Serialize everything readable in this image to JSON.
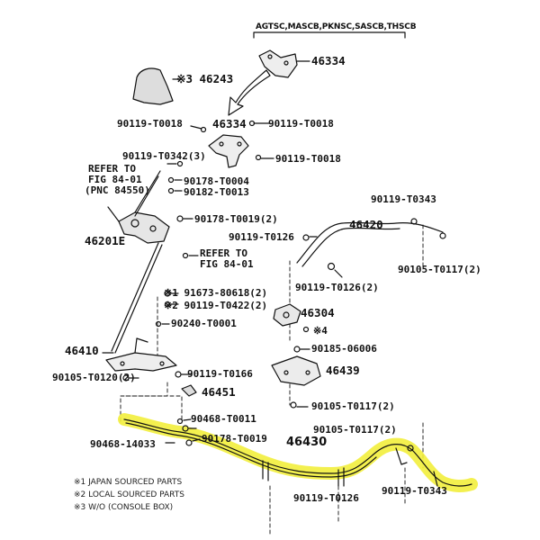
{
  "header": {
    "variant_codes": "AGTSC,MASCB,PKNSC,SASCB,THSCB"
  },
  "labels": {
    "p46334_top": "46334",
    "p46243": "※3 46243",
    "p90119_T0018_a": "90119-T0018",
    "p46334_mid": "46334",
    "p90119_T0018_b": "90119-T0018",
    "p90119_T0342": "90119-T0342(3)",
    "p90119_T0018_c": "90119-T0018",
    "refer_84_550_l1": "REFER TO",
    "refer_84_550_l2": "FIG 84-01",
    "refer_84_550_l3": "(PNC 84550)",
    "p90178_T0004": "90178-T0004",
    "p90182_T0013": "90182-T0013",
    "p90119_T0343_a": "90119-T0343",
    "p46201E": "46201E",
    "p90178_T0019_2": "90178-T0019(2)",
    "p46420": "46420",
    "p90119_T0126_a": "90119-T0126",
    "refer_84_01_l1": "REFER TO",
    "refer_84_01_l2": "FIG 84-01",
    "p90105_T0117_2a": "90105-T0117(2)",
    "p90119_T0126_2": "90119-T0126(2)",
    "p91673_80618": "※1 91673-80618(2)",
    "p90119_T0422": "※2 90119-T0422(2)",
    "p46304": "46304",
    "p90240_T0001": "90240-T0001",
    "x4": "※4",
    "p90185_06006": "90185-06006",
    "p46410": "46410",
    "p46439": "46439",
    "p90119_T0166": "90119-T0166",
    "p90105_T0120": "90105-T0120(2)",
    "p46451": "46451",
    "p90105_T0117_2b": "90105-T0117(2)",
    "p90468_T0011": "90468-T0011",
    "p90105_T0117_2c": "90105-T0117(2)",
    "p90178_T0019": "90178-T0019",
    "p46430": "46430",
    "p90468_14033": "90468-14033",
    "p90119_T0126_b": "90119-T0126",
    "p90119_T0343_b": "90119-T0343"
  },
  "notes": [
    "※1  JAPAN SOURCED PARTS",
    "※2  LOCAL SOURCED PARTS",
    "※3  W/O (CONSOLE BOX)"
  ],
  "colors": {
    "highlight": "#f2ee3c",
    "ink": "#111111"
  }
}
